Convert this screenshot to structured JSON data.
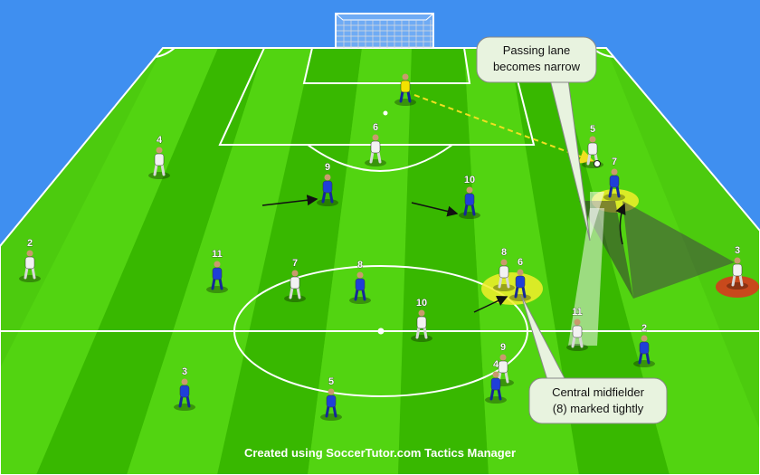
{
  "colors": {
    "sky": "#3f8ff0",
    "pitch_light": "#52d411",
    "pitch_dark": "#38b800",
    "lines": "#ffffff",
    "team_white": "#f2f2f2",
    "team_blue": "#1f3fd8",
    "goalkeeper": "#f2e200",
    "highlight_yellow": "#f2ee2a",
    "highlight_red": "#d63b1e",
    "pass_arrow": "#f0e020",
    "callout_fill": "#e8f3df"
  },
  "callouts": {
    "passing_lane": [
      "Passing lane",
      "becomes narrow"
    ],
    "midfielder": [
      "Central midfielder",
      "(8) marked tightly"
    ]
  },
  "credit": "Created using SoccerTutor.com Tactics Manager",
  "white_team": [
    {
      "label": "4"
    },
    {
      "label": "6"
    },
    {
      "label": "5"
    },
    {
      "label": "2"
    },
    {
      "label": "7"
    },
    {
      "label": "8"
    },
    {
      "label": "10"
    },
    {
      "label": "11"
    },
    {
      "label": "9"
    },
    {
      "label": "3"
    }
  ],
  "blue_team": [
    {
      "label": "9"
    },
    {
      "label": "10"
    },
    {
      "label": "7"
    },
    {
      "label": "11"
    },
    {
      "label": "8"
    },
    {
      "label": "6"
    },
    {
      "label": "2"
    },
    {
      "label": "3"
    },
    {
      "label": "5"
    },
    {
      "label": "4"
    }
  ],
  "goalkeeper": {
    "label": ""
  }
}
